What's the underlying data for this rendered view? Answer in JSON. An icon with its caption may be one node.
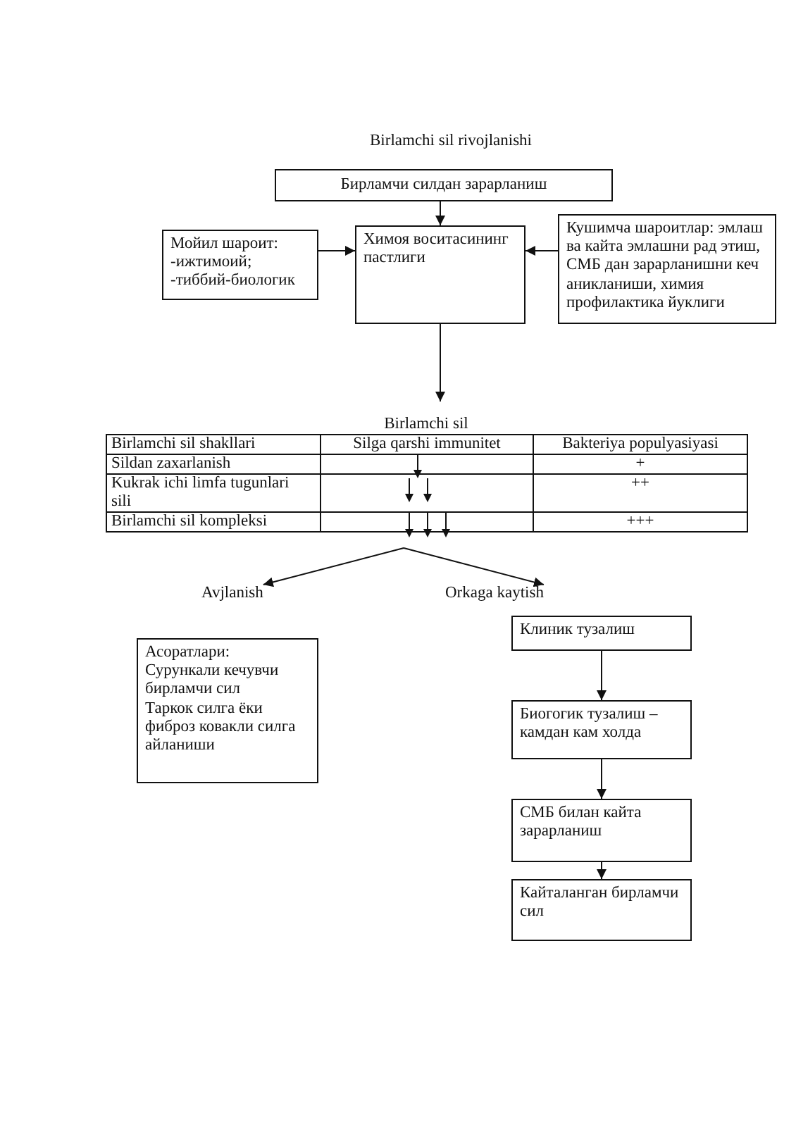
{
  "diagram": {
    "title": "Birlamchi sil rivojlanishi",
    "nodes": [
      {
        "text": [
          "Бирламчи силдан зарарланиш"
        ]
      },
      {
        "text": [
          "Мойил шароит:",
          "-ижтимоий;",
          "-тиббий-биологик"
        ]
      },
      {
        "text": [
          "Химоя воситасининг пастлиги"
        ]
      },
      {
        "text": [
          "Кушимча шароитлар: эмлаш ва кайта эмлашни рад этиш, СМБ дан зарарланишни кеч аникланиши, химия профилактика йуклиги"
        ]
      },
      {
        "text": [
          "Birlamchi sil"
        ]
      },
      {
        "text": [
          "Avjlanish"
        ]
      },
      {
        "text": [
          "Orkaga kaytish"
        ]
      },
      {
        "text": [
          "Асоратлари:",
          "Сурункали кечувчи бирламчи сил",
          "Таркок силга ёки фиброз ковакли силга айланиши"
        ]
      },
      {
        "text": [
          "Клиник тузалиш"
        ]
      },
      {
        "text": [
          "Биогогик тузалиш – камдан кам холда"
        ]
      },
      {
        "text": [
          "СМБ билан кайта зарарланиш"
        ]
      },
      {
        "text": [
          "Кайталанган бирламчи сил"
        ]
      }
    ],
    "edges": [
      {
        "from": 0,
        "to": 2,
        "arrow": "to"
      },
      {
        "from": 1,
        "to": 2,
        "arrow": "to"
      },
      {
        "from": 3,
        "to": 2,
        "arrow": "to"
      },
      {
        "from": 2,
        "to": 4,
        "arrow": "to"
      },
      {
        "from": 4,
        "to": 5,
        "arrow": "to"
      },
      {
        "from": 4,
        "to": 6,
        "arrow": "to"
      },
      {
        "from": 8,
        "to": 9,
        "arrow": "to"
      },
      {
        "from": 9,
        "to": 10,
        "arrow": "to"
      },
      {
        "from": 10,
        "to": 11,
        "arrow": "to"
      }
    ],
    "labels": [
      "Birlamchi sil shakllari",
      "Silga qarshi immunitet",
      "Bakteriya populyasiyasi",
      "Sildan zaxarlanish",
      "+",
      "Kukrak ichi limfa tugunlari sili",
      "++",
      "Birlamchi sil kompleksi",
      "+++"
    ]
  }
}
